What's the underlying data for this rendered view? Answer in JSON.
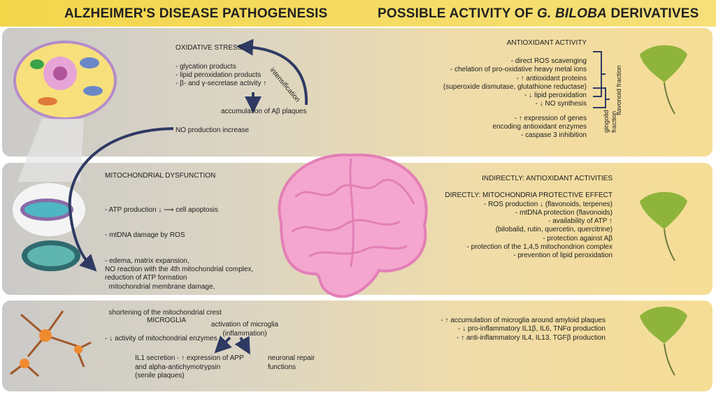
{
  "header": {
    "left_title": "ALZHEIMER'S DISEASE PATHOGENESIS",
    "right_title_prefix": "POSSIBLE ACTIVITY OF ",
    "right_title_italic": "G. BILOBA",
    "right_title_suffix": " DERIVATIVES"
  },
  "row1": {
    "heading": "OXIDATIVE STRESS",
    "items": [
      "- glycation products",
      "- lipid peroxidation products",
      "- β- and γ-secretase activity ↑"
    ],
    "result": "accumulation of Aβ plaques",
    "arrow_label": "intensification",
    "no_text": "NO production increase",
    "right_heading": "ANTIOXIDANT ACTIVITY",
    "right_items": [
      "- direct ROS scavenging",
      "- chelation of pro-oxidative heavy metal ions",
      "- ↑ antioxidant proteins",
      "(superoxide dismutase, glutathione reductase)",
      "- ↓ lipid peroxidation",
      "- ↓ NO synthesis"
    ],
    "right_items2": [
      "- ↑ expression of genes",
      "encoding antioxidant enzymes",
      "- caspase 3 inhibition"
    ],
    "bracket1": "flavonoid fraction",
    "bracket2": "gingolid fraction"
  },
  "row2": {
    "heading": "MITOCHONDRIAL DYSFUNCTION",
    "items": [
      "- ATP production ↓ ⟶ cell apoptosis",
      "- mtDNA damage by ROS",
      "- edema, matrix expansion,",
      "  mitochondrial membrane damage,",
      "  shortening of the mitochondrial crest",
      "- ↓ activity of mitochondrial enzymes"
    ],
    "no_reaction": [
      "NO reaction with the 4th mitochondrial complex,",
      "reduction of ATP formation"
    ],
    "right_heading1": "INDIRECTLY: ANTIOXIDANT ACTIVITIES",
    "right_heading2": "DIRECTLY: MITOCHONDRIA PROTECTIVE EFFECT",
    "right_items": [
      "- ROS production ↓ (flavonoids, terpenes)",
      "- mtDNA protection (flavonoids)",
      "- availability of ATP ↑",
      "(bilobalid, rutin, quercetin, quercitrine)",
      "- protection against Aβ",
      "- protection of the 1,4,5 mitochondrion complex",
      "- prevention of lipid peroxidation"
    ]
  },
  "row3": {
    "heading": "MICROGLIA",
    "activation": [
      "activation of microglia",
      "(inflammation)"
    ],
    "left_result": [
      "IL1 secretion - ↑ expression of APP",
      "and alpha-antichymotrypsin",
      "(senile plaques)"
    ],
    "right_result": [
      "neuronal repair",
      "functions"
    ],
    "right_items": [
      "- ↑ accumulation of microglia around amyloid plaques",
      "- ↓ pro-inflammatory IL1β, IL6, TNFα production",
      "- ↑ anti-inflammatory  IL4, IL13, TGFβ production"
    ]
  },
  "colors": {
    "arrow": "#2f3a63",
    "brain": "#f4a6cf",
    "leaf": "#8fb43c",
    "header": "#f3d64a"
  }
}
